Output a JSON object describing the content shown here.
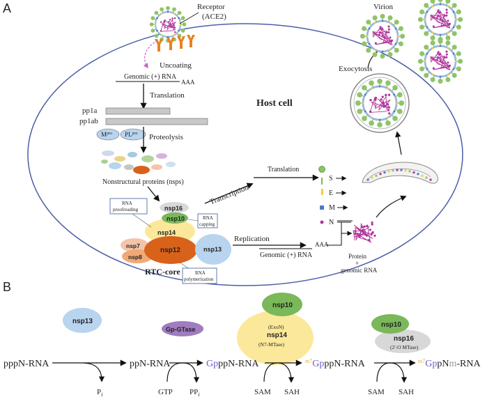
{
  "panel_a": {
    "letter": "A",
    "receptor": "Receptor",
    "receptor_sub": "(ACE2)",
    "uncoating": "Uncoating",
    "genomic_rna_top": "Genomic (+) RNA",
    "aaa": "AAA",
    "translation": "Translation",
    "pp1a": "pp1a",
    "pp1ab": "pp1ab",
    "mpro_base": "M",
    "mpro_sup": "pro",
    "plpro_base": "PL",
    "plpro_sup": "pro",
    "proteolysis": "Proteolysis",
    "nsps": "Nonstructural proteins (nsps)",
    "host_cell": "Host cell",
    "transcription": "Transcription",
    "translation_mid": "Translation",
    "replication": "Replication",
    "genomic_rna_mid": "Genomic (+) RNA",
    "aaa_mid": "AAA",
    "proteins": [
      "S",
      "E",
      "M",
      "N"
    ],
    "protein_genomic_1": "Protein",
    "protein_genomic_2": "+",
    "protein_genomic_3": "genomic RNA",
    "exocytosis": "Exocytosis",
    "virion": "Virion",
    "box_proofreading_1": "RNA",
    "box_proofreading_2": "proofreading",
    "box_capping_1": "RNA",
    "box_capping_2": "capping",
    "box_polymerization_1": "RNA",
    "box_polymerization_2": "polymerization",
    "nsp16": "nsp16",
    "nsp10": "nsp10",
    "nsp14": "nsp14",
    "nsp7": "nsp7",
    "nsp8": "nsp8",
    "nsp12": "nsp12",
    "nsp13": "nsp13",
    "rtc_core": "RTC-core"
  },
  "panel_b": {
    "letter": "B",
    "s1": "pppN-RNA",
    "s2": "ppN-RNA",
    "s3_g": "Gp",
    "s3_rest": "ppN-RNA",
    "s4_sup": "m7",
    "s4_g": "Gp",
    "s4_rest": "ppN-RNA",
    "s5_sup": "m7",
    "s5_g": "Gp",
    "s5_mid": "pN",
    "s5_m": "m",
    "s5_rest": "-RNA",
    "enz_nsp13": "nsp13",
    "enz_gtase": "Gp-GTase",
    "enz_nsp10_a": "nsp10",
    "enz_exon": "(ExoN)",
    "enz_nsp14": "nsp14",
    "enz_n7": "(N7-MTase)",
    "enz_nsp10_b": "nsp10",
    "enz_nsp16": "nsp16",
    "enz_2o": "(2'-O MTase)",
    "pi_base": "P",
    "pi_sub": "i",
    "gtp": "GTP",
    "ppi_base": "PP",
    "ppi_sub": "i",
    "sam_1": "SAM",
    "sah_1": "SAH",
    "sam_2": "SAM",
    "sah_2": "SAH"
  },
  "colors": {
    "cell_border": "#4a5fa8",
    "receptor": "#e8821e",
    "virion_spike": "#8fc46a",
    "virion_rna": "#b0359a",
    "nsp12": "#d9621a",
    "nsp14": "#fbe89a",
    "nsp10": "#7ab85a",
    "nsp13": "#b8d4ee",
    "nsp16": "#d8d8d8",
    "nsp7": "#f4c4a8",
    "nsp8": "#f0a878",
    "gtase": "#a07cc0",
    "gp_text": "#6a5acd",
    "m7_text": "#e8a838",
    "box_border": "#3a5a9a"
  }
}
